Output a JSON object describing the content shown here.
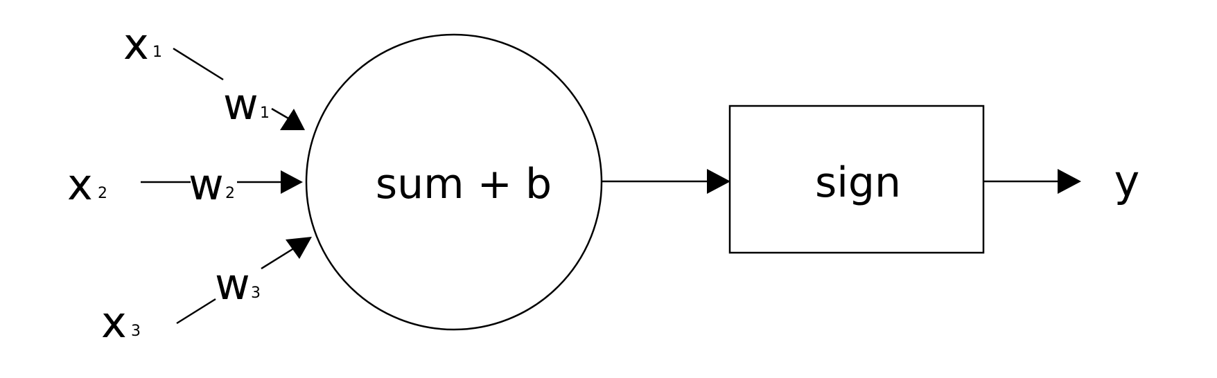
{
  "diagram": {
    "inputs": [
      {
        "name": "x",
        "index": "1",
        "weight": "w",
        "weight_index": "1"
      },
      {
        "name": "x",
        "index": "2",
        "weight": "w",
        "weight_index": "2"
      },
      {
        "name": "x",
        "index": "3",
        "weight": "w",
        "weight_index": "3"
      }
    ],
    "summation_label": "sum + b",
    "activation_label": "sign",
    "output_label": "y"
  }
}
